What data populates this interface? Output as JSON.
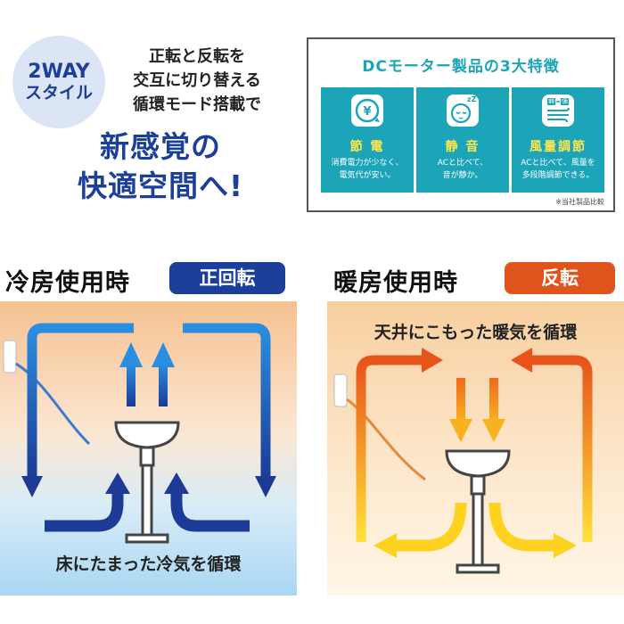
{
  "badge": {
    "line1": "2WAY",
    "line2": "スタイル"
  },
  "intro": {
    "line1": "正転と反転を",
    "line2": "交互に切り替える",
    "line3": "循環モード搭載で"
  },
  "headline": {
    "line1": "新感覚の",
    "line2": "快適空間へ!"
  },
  "dc": {
    "title": "DCモーター製品の3大特徴",
    "features": [
      {
        "name": "節 電",
        "desc1": "消費電力が少なく、",
        "desc2": "電気代が安い。",
        "icon": "yen-savings-icon"
      },
      {
        "name": "静 音",
        "desc1": "ACと比べて、",
        "desc2": "音が静か。",
        "icon": "sleeping-face-icon",
        "icon_text": "zZ"
      },
      {
        "name": "風量調節",
        "desc1": "ACと比べて、風量を",
        "desc2": "多段階調節できる。",
        "icon": "wind-adjust-icon",
        "icon_text_left": "弱",
        "icon_text_right": "強"
      }
    ],
    "note": "※当社製品比較"
  },
  "cool": {
    "title": "冷房使用時",
    "tag": "正回転",
    "caption": "床にたまった冷気を循環",
    "color": "#1c3f9a"
  },
  "warm": {
    "title": "暖房使用時",
    "tag": "反転",
    "caption": "天井にこもった暖気を循環",
    "color": "#e0531c"
  }
}
